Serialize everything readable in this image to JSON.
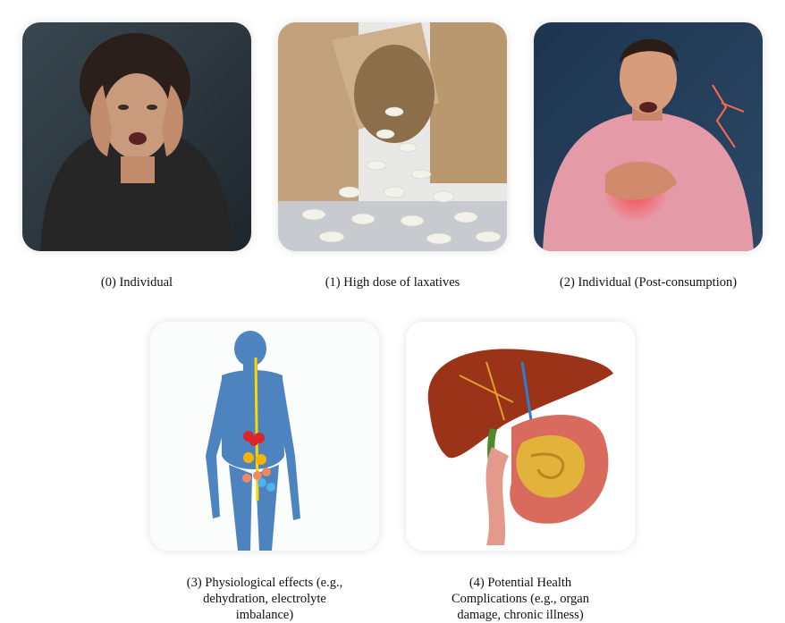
{
  "panels": [
    {
      "caption": "(0) Individual",
      "image": "distressed-person-image"
    },
    {
      "caption": "(1) High dose of laxatives",
      "image": "laxative-pills-image"
    },
    {
      "caption": "(2) Individual (Post-consumption)",
      "image": "person-in-pain-image"
    },
    {
      "caption": "(3) Physiological effects (e.g., dehydration, electrolyte imbalance)",
      "image": "human-anatomy-image"
    },
    {
      "caption": "(4) Potential Health Complications (e.g., organ damage, chronic illness)",
      "image": "liver-intestines-image"
    }
  ]
}
